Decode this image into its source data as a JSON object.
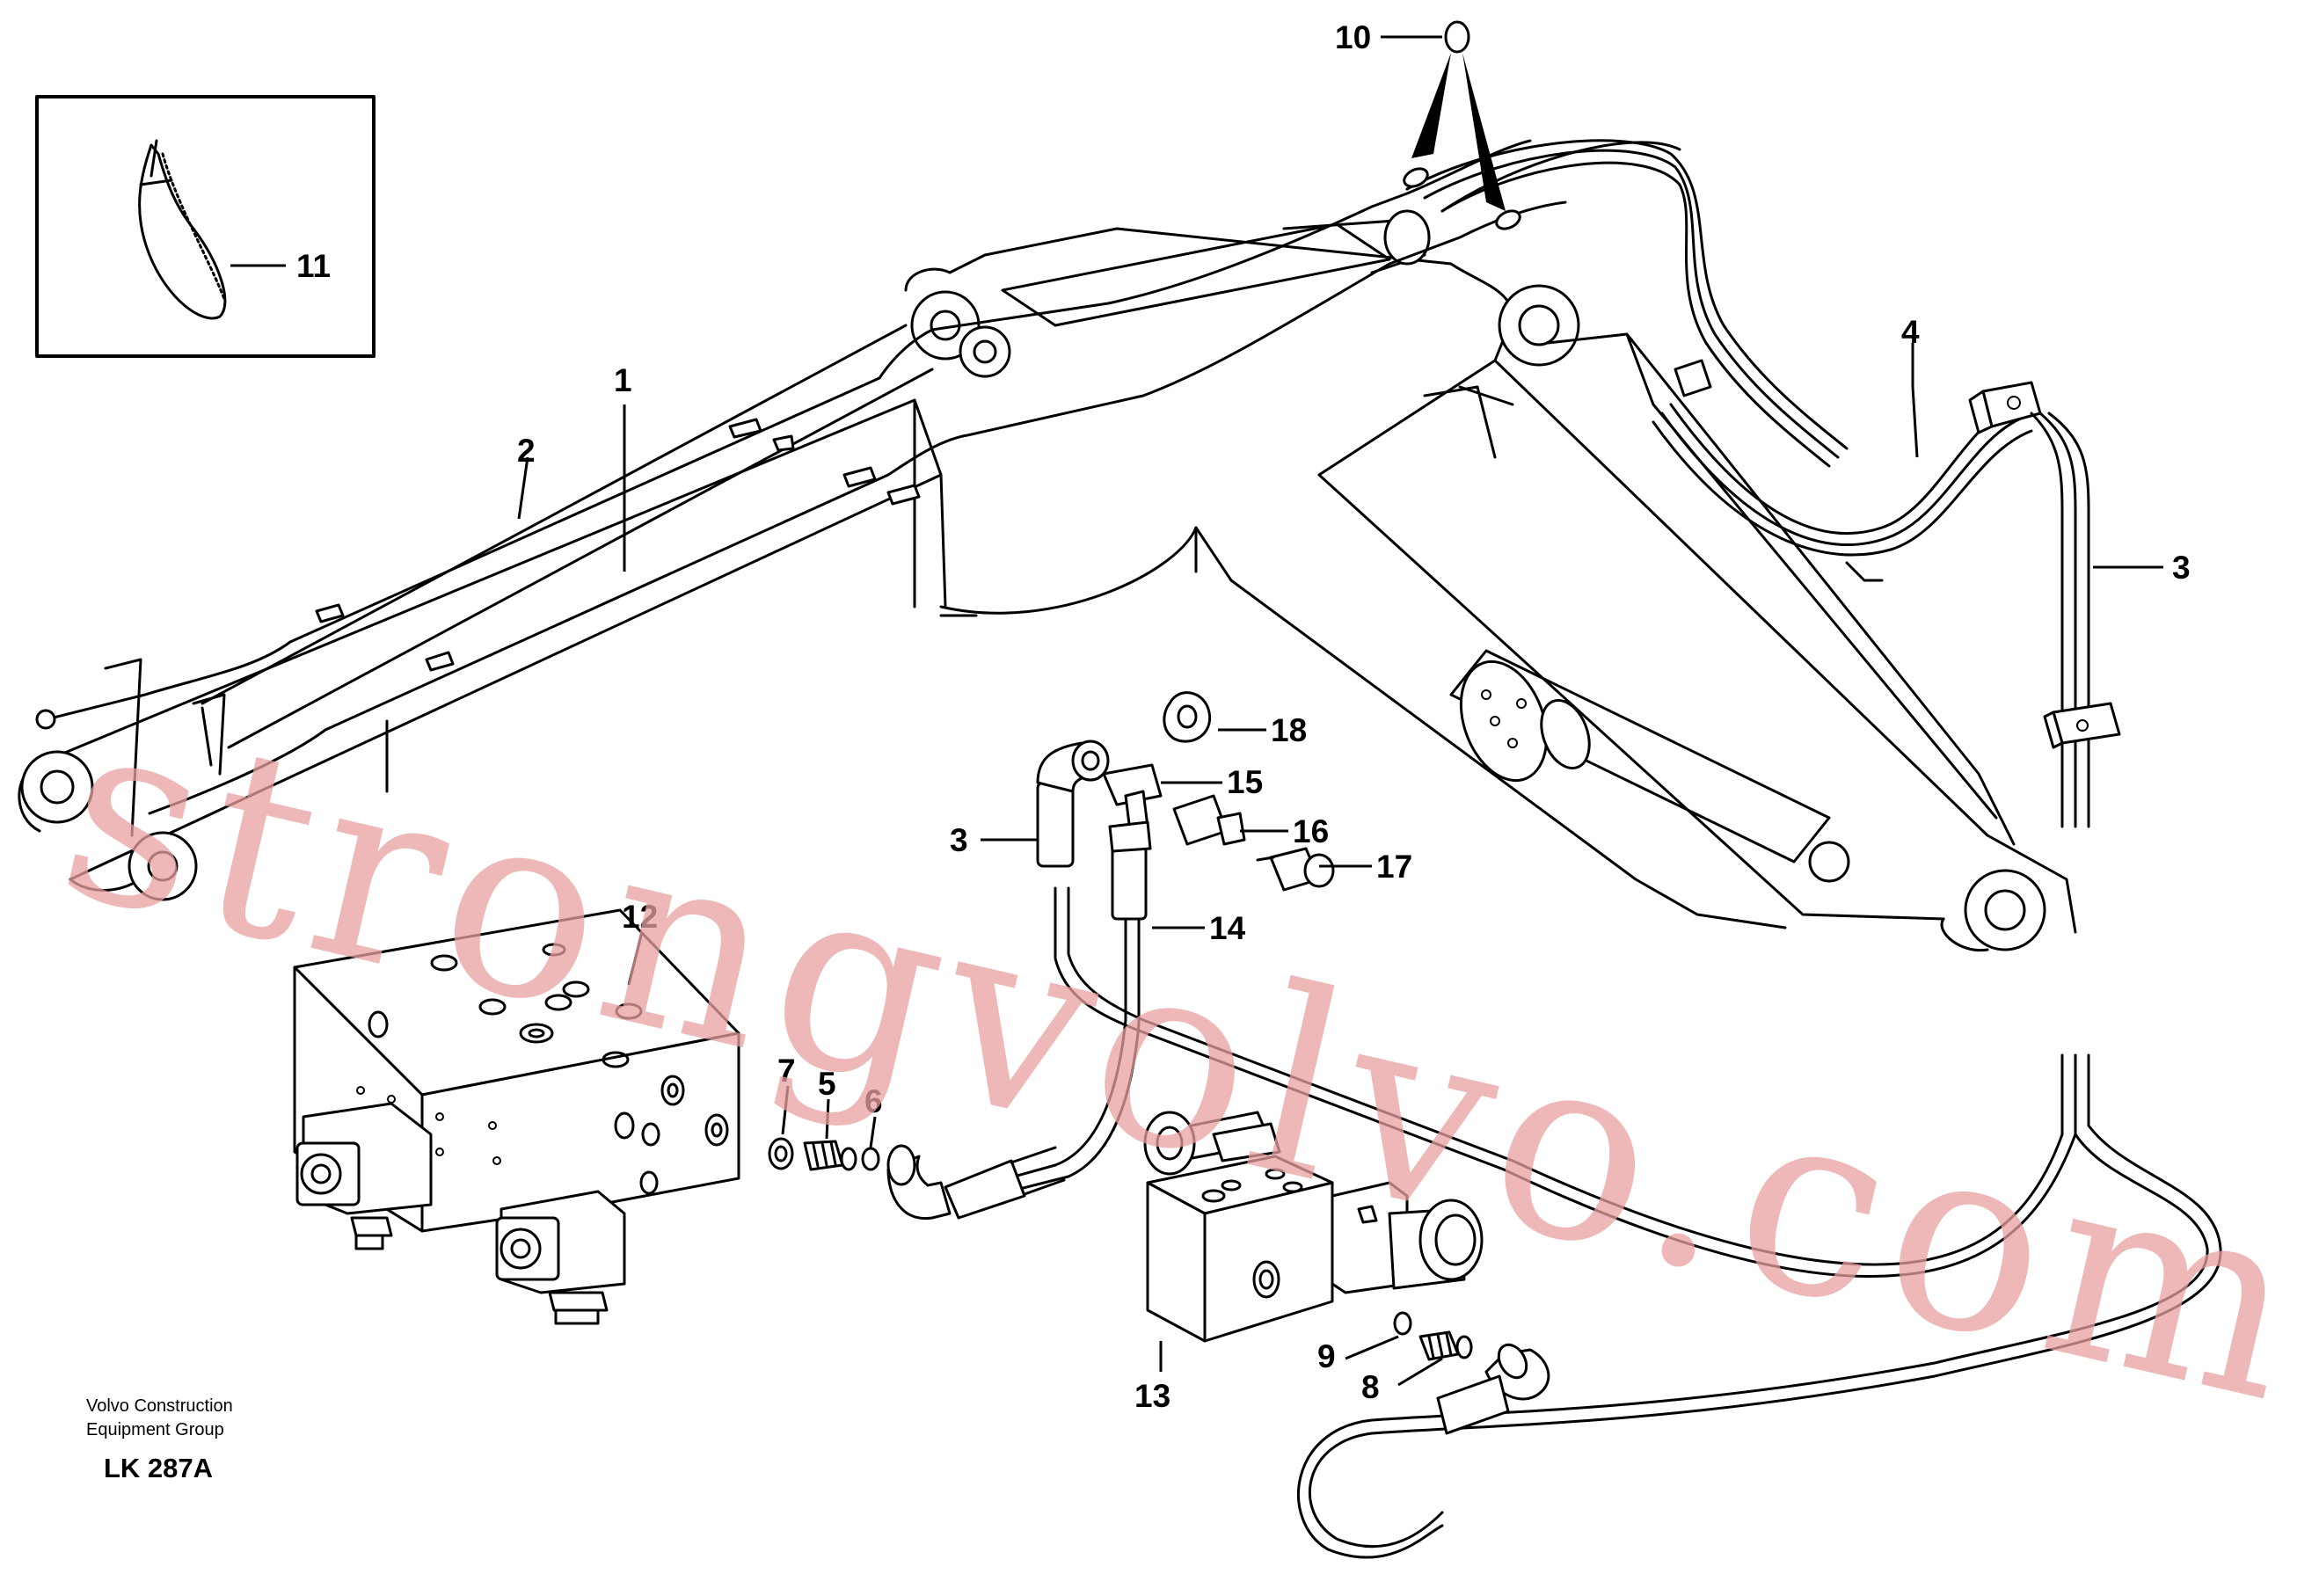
{
  "callouts": {
    "c1": "1",
    "c2": "2",
    "c3a": "3",
    "c3b": "3",
    "c4": "4",
    "c5": "5",
    "c6": "6",
    "c7": "7",
    "c8": "8",
    "c9": "9",
    "c10": "10",
    "c11": "11",
    "c12": "12",
    "c13": "13",
    "c14": "14",
    "c15": "15",
    "c16": "16",
    "c17": "17",
    "c18": "18"
  },
  "caption": {
    "line1": "Volvo Construction",
    "line2": "Equipment Group",
    "code": "LK 287A"
  },
  "watermark": "strongvolvo.com"
}
